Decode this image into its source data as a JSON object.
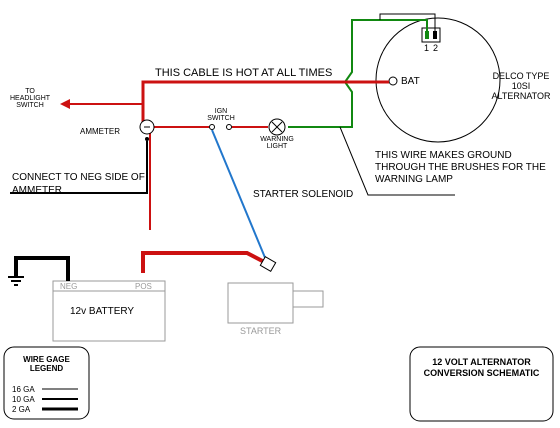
{
  "labels": {
    "hot_cable": "THIS CABLE IS HOT AT ALL TIMES",
    "headlight_line1": "TO",
    "headlight_line2": "HEADLIGHT",
    "headlight_line3": "SWITCH",
    "ammeter": "AMMETER",
    "ign_line1": "IGN",
    "ign_line2": "SWITCH",
    "warning_line1": "WARNING",
    "warning_line2": "LIGHT",
    "bat": "BAT",
    "terminal_1": "1",
    "terminal_2": "2",
    "delco_line1": "DELCO TYPE",
    "delco_line2": "10SI",
    "delco_line3": "ALTERNATOR",
    "ground_note_line1": "THIS WIRE MAKES GROUND",
    "ground_note_line2": "THROUGH THE BRUSHES FOR THE",
    "ground_note_line3": "WARNING LAMP",
    "connect_line1": "CONNECT TO NEG SIDE OF",
    "connect_line2": "AMMETER",
    "starter_solenoid": "STARTER SOLENOID",
    "neg": "NEG",
    "pos": "POS",
    "battery": "12v BATTERY",
    "starter": "STARTER"
  },
  "legend": {
    "title_line1": "WIRE GAGE",
    "title_line2": "LEGEND",
    "rows": [
      "16 GA",
      "10 GA",
      "2 GA"
    ]
  },
  "title_box": {
    "line1": "12 VOLT ALTERNATOR",
    "line2": "CONVERSION SCHEMATIC"
  },
  "colors": {
    "red_wire": "#cc1111",
    "green_wire": "#118811",
    "blue_wire": "#2277cc",
    "black_wire": "#000000",
    "component_grey": "#9a9a9a"
  }
}
